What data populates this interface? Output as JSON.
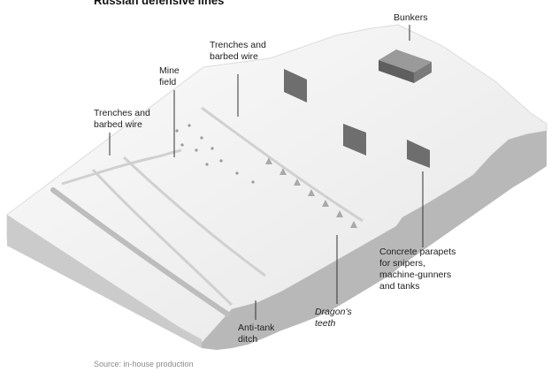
{
  "title": "Russian defensive lines",
  "labels": {
    "bunkers": [
      "Bunkers"
    ],
    "trenches_right": [
      "Trenches and",
      "barbed wire"
    ],
    "mine_field": [
      "Mine",
      "field"
    ],
    "trenches_left": [
      "Trenches and",
      "barbed wire"
    ],
    "parapets": [
      "Concrete parapets",
      "for snipers,",
      "machine-gunners",
      "and tanks"
    ],
    "dragons_teeth": [
      "Dragon's",
      "teeth"
    ],
    "anti_tank_ditch": [
      "Anti-tank",
      "ditch"
    ]
  },
  "source": "Source: in-house production",
  "colors": {
    "terrain_top": "#f2f2f2",
    "terrain_side_left": "#c9c9c9",
    "terrain_side_right": "#b9b9b9",
    "structure": "#6e6e6e",
    "leader_line": "#333333"
  }
}
